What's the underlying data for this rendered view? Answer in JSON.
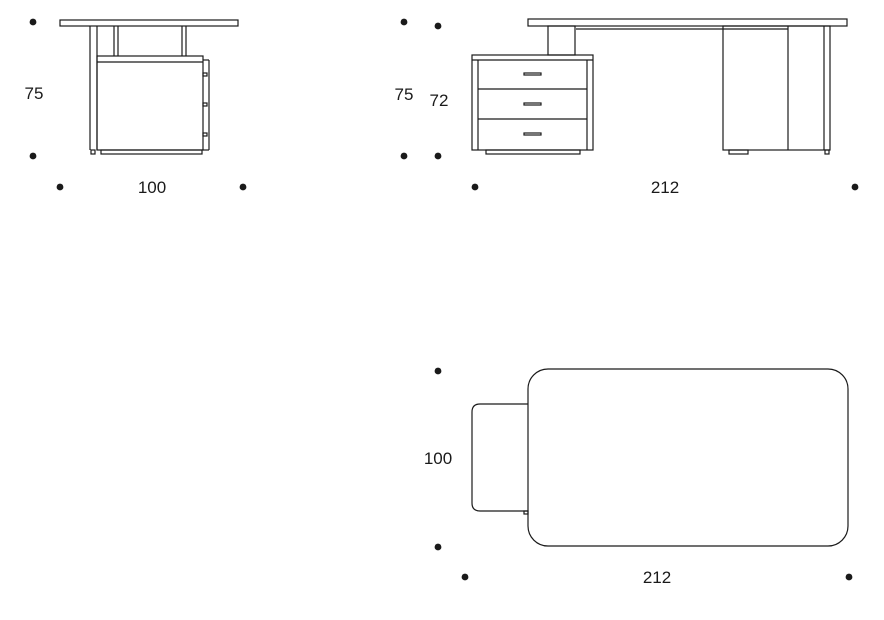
{
  "side_view": {
    "height_label": "75",
    "width_label": "100"
  },
  "front_view": {
    "height_label": "75",
    "drawer_unit_height_label": "72",
    "width_label": "212"
  },
  "top_view": {
    "depth_label": "100",
    "width_label": "212"
  },
  "colors": {
    "line": "#1a1a1a",
    "background": "#ffffff"
  }
}
